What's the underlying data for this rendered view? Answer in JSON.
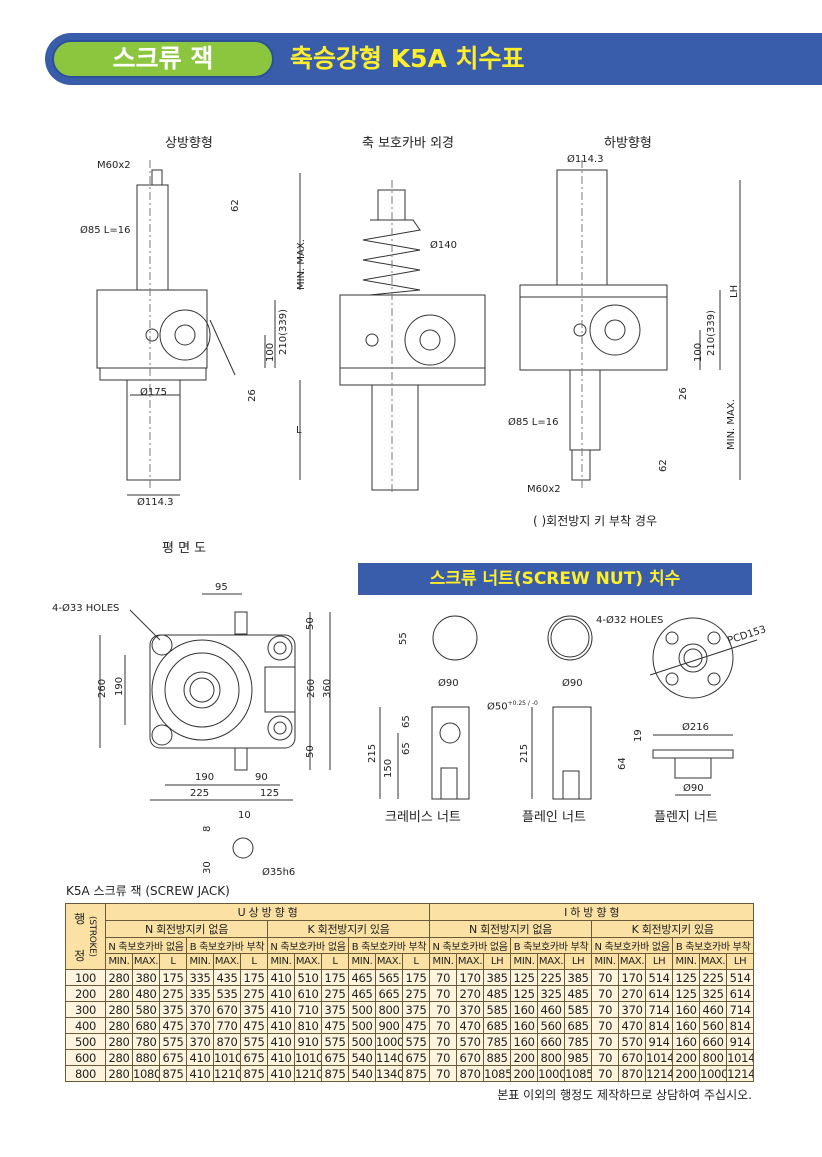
{
  "header": {
    "category": "스크류 잭",
    "title": "축승강형 K5A 치수표"
  },
  "views": {
    "up": "상방향형",
    "boot": "축 보호카바 외경",
    "down": "하방향형",
    "plan": "평 면 도",
    "down_note": "(   )회전방지 키 부착 경우"
  },
  "labels": {
    "m60": "M60x2",
    "d85": "Ø85  L=16",
    "d62": "62",
    "minmax": "MIN.  MAX.",
    "d210": "210(339)",
    "d100": "100",
    "d26": "26",
    "d175": "Ø175",
    "L": "L",
    "d1143": "Ø114.3",
    "d140": "Ø140",
    "lh": "LH",
    "p95": "95",
    "holes33": "4-Ø33 HOLES",
    "p260": "260",
    "p190": "190",
    "p50": "50",
    "p360": "360",
    "p190b": "190",
    "p90": "90",
    "p225": "225",
    "p125": "125",
    "k10": "10",
    "k8": "8",
    "k30": "30",
    "k35": "Ø35h6"
  },
  "nut": {
    "title": "스크류 너트(SCREW NUT) 치수",
    "d55": "55",
    "d90": "Ø90",
    "d50": "Ø50",
    "d50tol": "+0.25 / -0",
    "d65": "65",
    "d215": "215",
    "d150": "150",
    "holes32": "4-Ø32 HOLES",
    "pcd": "PCD153",
    "d216": "Ø216",
    "d19": "19",
    "d64": "64",
    "clevis": "크레비스 너트",
    "plain": "플레인 너트",
    "flange": "플렌지 너트"
  },
  "table": {
    "caption": "K5A 스크류 잭 (SCREW JACK)",
    "stroke_top": "행",
    "stroke_bottom": "정",
    "stroke_en": "(STROKE)",
    "groups": [
      "U  상  방  향  형",
      "I  하  방  향  형"
    ],
    "subgroups": [
      "N 회전방지키 없음",
      "K 회전방지키 있음",
      "N 회전방지키 없음",
      "K 회전방지키 있음"
    ],
    "covers": [
      "N 축보호카바 없음",
      "B 축보호카바 부착",
      "N 축보호카바 없음",
      "B 축보호카바 부착",
      "N 축보호카바 없음",
      "B 축보호카바 부착",
      "N 축보호카바 없음",
      "B 축보호카바 부착"
    ],
    "cols": [
      "MIN.",
      "MAX.",
      "L",
      "MIN.",
      "MAX.",
      "L",
      "MIN.",
      "MAX.",
      "L",
      "MIN.",
      "MAX.",
      "L",
      "MIN.",
      "MAX.",
      "LH",
      "MIN.",
      "MAX.",
      "LH",
      "MIN.",
      "MAX.",
      "LH",
      "MIN.",
      "MAX.",
      "LH"
    ],
    "rows": [
      [
        "100",
        "280",
        "380",
        "175",
        "335",
        "435",
        "175",
        "410",
        "510",
        "175",
        "465",
        "565",
        "175",
        "70",
        "170",
        "385",
        "125",
        "225",
        "385",
        "70",
        "170",
        "514",
        "125",
        "225",
        "514"
      ],
      [
        "200",
        "280",
        "480",
        "275",
        "335",
        "535",
        "275",
        "410",
        "610",
        "275",
        "465",
        "665",
        "275",
        "70",
        "270",
        "485",
        "125",
        "325",
        "485",
        "70",
        "270",
        "614",
        "125",
        "325",
        "614"
      ],
      [
        "300",
        "280",
        "580",
        "375",
        "370",
        "670",
        "375",
        "410",
        "710",
        "375",
        "500",
        "800",
        "375",
        "70",
        "370",
        "585",
        "160",
        "460",
        "585",
        "70",
        "370",
        "714",
        "160",
        "460",
        "714"
      ],
      [
        "400",
        "280",
        "680",
        "475",
        "370",
        "770",
        "475",
        "410",
        "810",
        "475",
        "500",
        "900",
        "475",
        "70",
        "470",
        "685",
        "160",
        "560",
        "685",
        "70",
        "470",
        "814",
        "160",
        "560",
        "814"
      ],
      [
        "500",
        "280",
        "780",
        "575",
        "370",
        "870",
        "575",
        "410",
        "910",
        "575",
        "500",
        "1000",
        "575",
        "70",
        "570",
        "785",
        "160",
        "660",
        "785",
        "70",
        "570",
        "914",
        "160",
        "660",
        "914"
      ],
      [
        "600",
        "280",
        "880",
        "675",
        "410",
        "1010",
        "675",
        "410",
        "1010",
        "675",
        "540",
        "1140",
        "675",
        "70",
        "670",
        "885",
        "200",
        "800",
        "985",
        "70",
        "670",
        "1014",
        "200",
        "800",
        "1014"
      ],
      [
        "800",
        "280",
        "1080",
        "875",
        "410",
        "1210",
        "875",
        "410",
        "1210",
        "875",
        "540",
        "1340",
        "875",
        "70",
        "870",
        "1085",
        "200",
        "1000",
        "1085",
        "70",
        "870",
        "1214",
        "200",
        "1000",
        "1214"
      ]
    ],
    "footnote": "본표 이외의 행정도 제작하므로 상담하여 주십시오."
  }
}
